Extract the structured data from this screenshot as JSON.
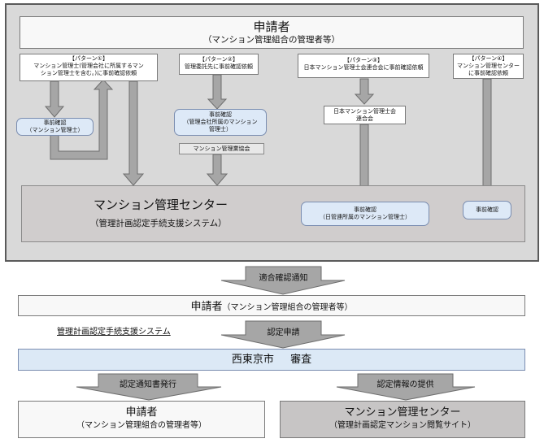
{
  "top": {
    "applicant": {
      "title": "申請者",
      "sub": "（マンション管理組合の管理者等）"
    },
    "pattern1": {
      "head": "【パターン①】",
      "line1": "マンション管理士(管理会社に所属するマン",
      "line2": "ション管理士を含む。)に事前確認依頼"
    },
    "pattern2": {
      "head": "【パターン②】",
      "line1": "管理委託先に事前確認依頼"
    },
    "pattern3": {
      "head": "【パターン③】",
      "line1": "日本マンション管理士会連合会に事前確認依頼"
    },
    "pattern4": {
      "head": "【パターン④】",
      "line1": "マンション管理センター",
      "line2": "に事前確認依頼"
    },
    "precheck1": {
      "line1": "事前確認",
      "line2": "（マンション管理士）"
    },
    "precheck2": {
      "line1": "事前確認",
      "line2": "（管理会社所属のマンション",
      "line3": "管理士）"
    },
    "assoc2": {
      "label": "マンション管理業協会"
    },
    "jmaa": {
      "line1": "日本マンション管理士会",
      "line2": "連合会"
    },
    "center": {
      "title": "マンション管理センター",
      "sub": "（管理計画認定手続支援システム）"
    },
    "precheck3": {
      "line1": "事前確認",
      "line2": "（日管連所属のマンション管理士）"
    },
    "precheck4": {
      "label": "事前確認"
    }
  },
  "flow": {
    "conformity_notice": "適合確認通知",
    "applicant2": {
      "title": "申請者",
      "sub": "（マンション管理組合の管理者等）"
    },
    "system_link": "管理計画認定手続支援システム",
    "certification_apply": "認定申請",
    "review": {
      "city": "西東京市",
      "action": "審査"
    },
    "notice_issue": "認定通知書発行",
    "info_provide": "認定情報の提供",
    "applicant3": {
      "title": "申請者",
      "sub": "（マンション管理組合の管理者等）"
    },
    "center2": {
      "title": "マンション管理センター",
      "sub": "（管理計画認定マンション閲覧サイト）"
    }
  },
  "colors": {
    "arrow": "#a6a6a6",
    "arrow_stroke": "#6e6e6e",
    "blue_box": "#dde9f7",
    "frame": "#d9d9d9"
  }
}
